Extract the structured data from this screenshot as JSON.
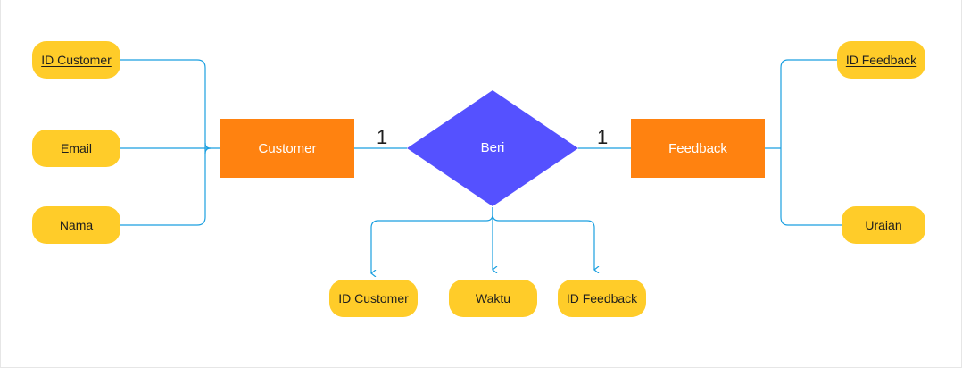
{
  "entities": {
    "customer": "Customer",
    "feedback": "Feedback"
  },
  "relationship": {
    "label": "Beri",
    "card_left": "1",
    "card_right": "1"
  },
  "customer_attrs": {
    "id": "ID Customer",
    "email": "Email",
    "nama": "Nama"
  },
  "feedback_attrs": {
    "id": "ID Feedback",
    "uraian": "Uraian"
  },
  "relationship_attrs": {
    "id_customer": "ID Customer",
    "waktu": "Waktu",
    "id_feedback": "ID Feedback "
  },
  "colors": {
    "attribute": "#ffcc29",
    "entity": "#ff8210",
    "relationship": "#5551ff",
    "connector": "#1a9fe0"
  }
}
